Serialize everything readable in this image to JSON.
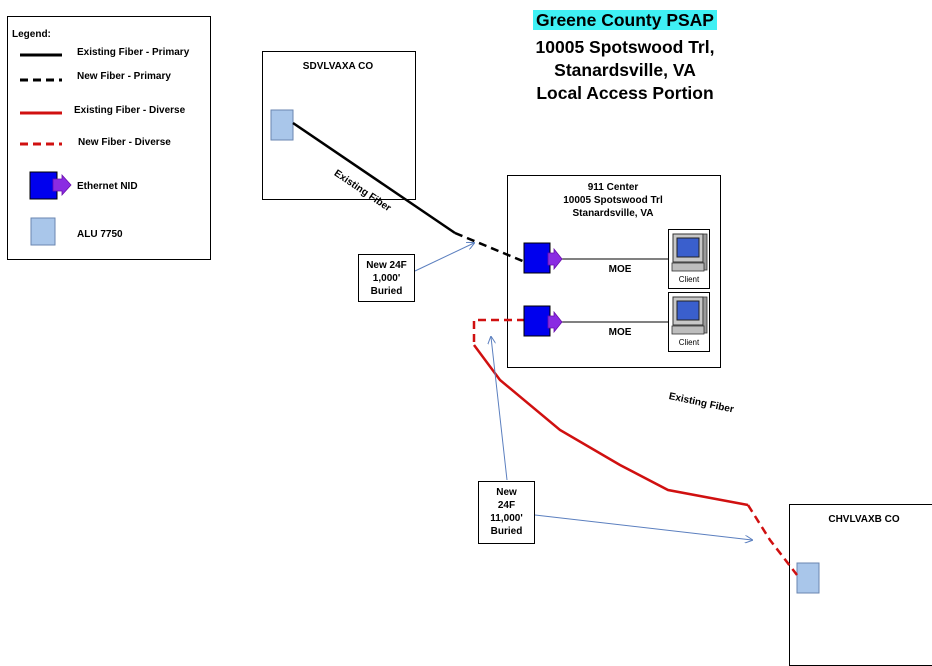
{
  "title": {
    "line1": "Greene County PSAP",
    "line2": "10005 Spotswood Trl,",
    "line3": "Stanardsville, VA",
    "line4": "Local Access Portion",
    "highlight_color": "#3ff0f4"
  },
  "legend": {
    "heading": "Legend:",
    "items": [
      {
        "label": "Existing Fiber - Primary",
        "symbol": "solid-black-line"
      },
      {
        "label": "New Fiber - Primary",
        "symbol": "dashed-black-line"
      },
      {
        "label": "Existing Fiber - Diverse",
        "symbol": "solid-red-line"
      },
      {
        "label": "New Fiber - Diverse",
        "symbol": "dashed-red-line"
      },
      {
        "label": "Ethernet NID",
        "symbol": "blue-nid-arrow-icon"
      },
      {
        "label": "ALU 7750",
        "symbol": "light-blue-square-icon"
      }
    ]
  },
  "nodes": {
    "sdvlvaxa": {
      "label": "SDVLVAXA CO"
    },
    "center": {
      "line1": "911 Center",
      "line2": "10005 Spotswood Trl",
      "line3": "Stanardsville,  VA"
    },
    "chvlvaxb": {
      "label": "CHVLVAXB CO"
    }
  },
  "links": {
    "moe_top": "MOE",
    "moe_bottom": "MOE",
    "existing_fiber_top": "Existing Fiber",
    "existing_fiber_bottom": "Existing Fiber"
  },
  "clients": [
    {
      "label": "Client"
    },
    {
      "label": "Client"
    }
  ],
  "notes": {
    "primary": {
      "line1": "New 24F",
      "line2": "1,000'",
      "line3": "Buried"
    },
    "diverse": {
      "line1": "New",
      "line2": "24F",
      "line3": "11,000'",
      "line4": "Buried"
    }
  },
  "colors": {
    "existing_primary": "#000000",
    "existing_diverse": "#d01010",
    "nid_blue": "#0000ee",
    "nid_arrow": "#8a2be2",
    "alu_fill": "#a9c6ea",
    "callout_arrow": "#5b7fbf"
  }
}
